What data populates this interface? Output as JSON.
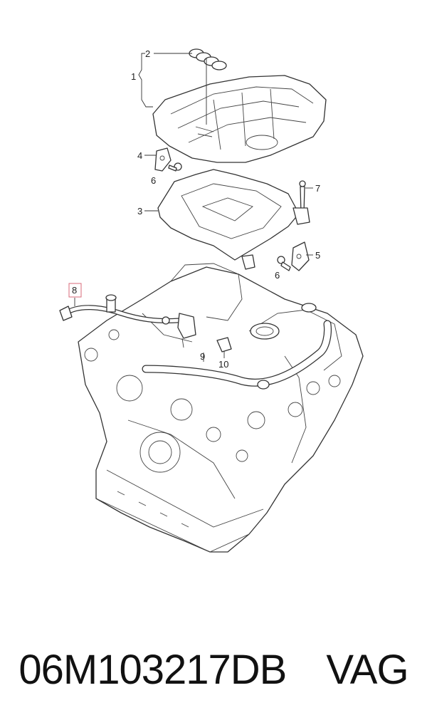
{
  "diagram": {
    "highlight_color": "#d86a78",
    "callouts": {
      "c1": "1",
      "c2": "2",
      "c3": "3",
      "c4": "4",
      "c5": "5",
      "c6a": "6",
      "c6b": "6",
      "c7": "7",
      "c8": "8",
      "c9": "9",
      "c10": "10"
    },
    "highlighted_callout": "8"
  },
  "caption": {
    "part_number": "06M103217DB",
    "brand": "VAG"
  }
}
